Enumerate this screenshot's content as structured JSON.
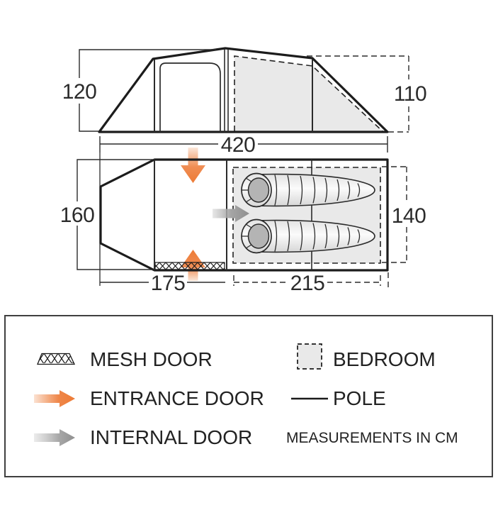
{
  "diagram": {
    "side_view": {
      "front_height": "120",
      "rear_height": "110",
      "total_length": "420"
    },
    "floor_plan": {
      "living_width": "160",
      "bedroom_width": "140",
      "living_length": "175",
      "bedroom_length": "215"
    }
  },
  "legend": {
    "mesh_door": "MESH DOOR",
    "entrance_door": "ENTRANCE DOOR",
    "internal_door": "INTERNAL DOOR",
    "bedroom": "BEDROOM",
    "pole": "POLE",
    "note": "MEASUREMENTS IN CM"
  },
  "colors": {
    "accent_orange": "#ed7b35",
    "arrow_gray": "#969696",
    "area_fill": "#e9e9e9",
    "line": "#1d1d1d"
  }
}
